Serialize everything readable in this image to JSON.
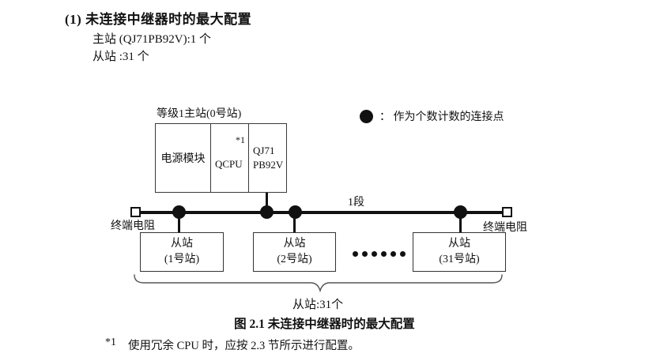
{
  "header": {
    "heading": "(1) 未连接中继器时的最大配置",
    "master_count_line": "主站 (QJ71PB92V):1 个",
    "slave_count_line": "从站 :31 个"
  },
  "diagram": {
    "master_station_label": "等级1主站(0号站)",
    "modules": {
      "power": "电源模块",
      "cpu": "QCPU",
      "cpu_note": "*1",
      "pb92v_line1": "QJ71",
      "pb92v_line2": "PB92V"
    },
    "legend_text": "：  作为个数计数的连接点",
    "segment_label": "1段",
    "terminator_left": "终端电阻",
    "terminator_right": "终端电阻",
    "slaves": [
      {
        "line1": "从站",
        "line2": "(1号站)"
      },
      {
        "line1": "从站",
        "line2": "(2号站)"
      },
      {
        "line1": "从站",
        "line2": "(31号站)"
      }
    ],
    "ellipsis_dot_count": 6,
    "brace_label": "从站:31个"
  },
  "caption": "图 2.1 未连接中继器时的最大配置",
  "footnote": {
    "marker": "*1",
    "text": "使用冗余 CPU 时，应按 2.3 节所示进行配置。"
  },
  "colors": {
    "ink": "#111111",
    "background": "#ffffff"
  }
}
